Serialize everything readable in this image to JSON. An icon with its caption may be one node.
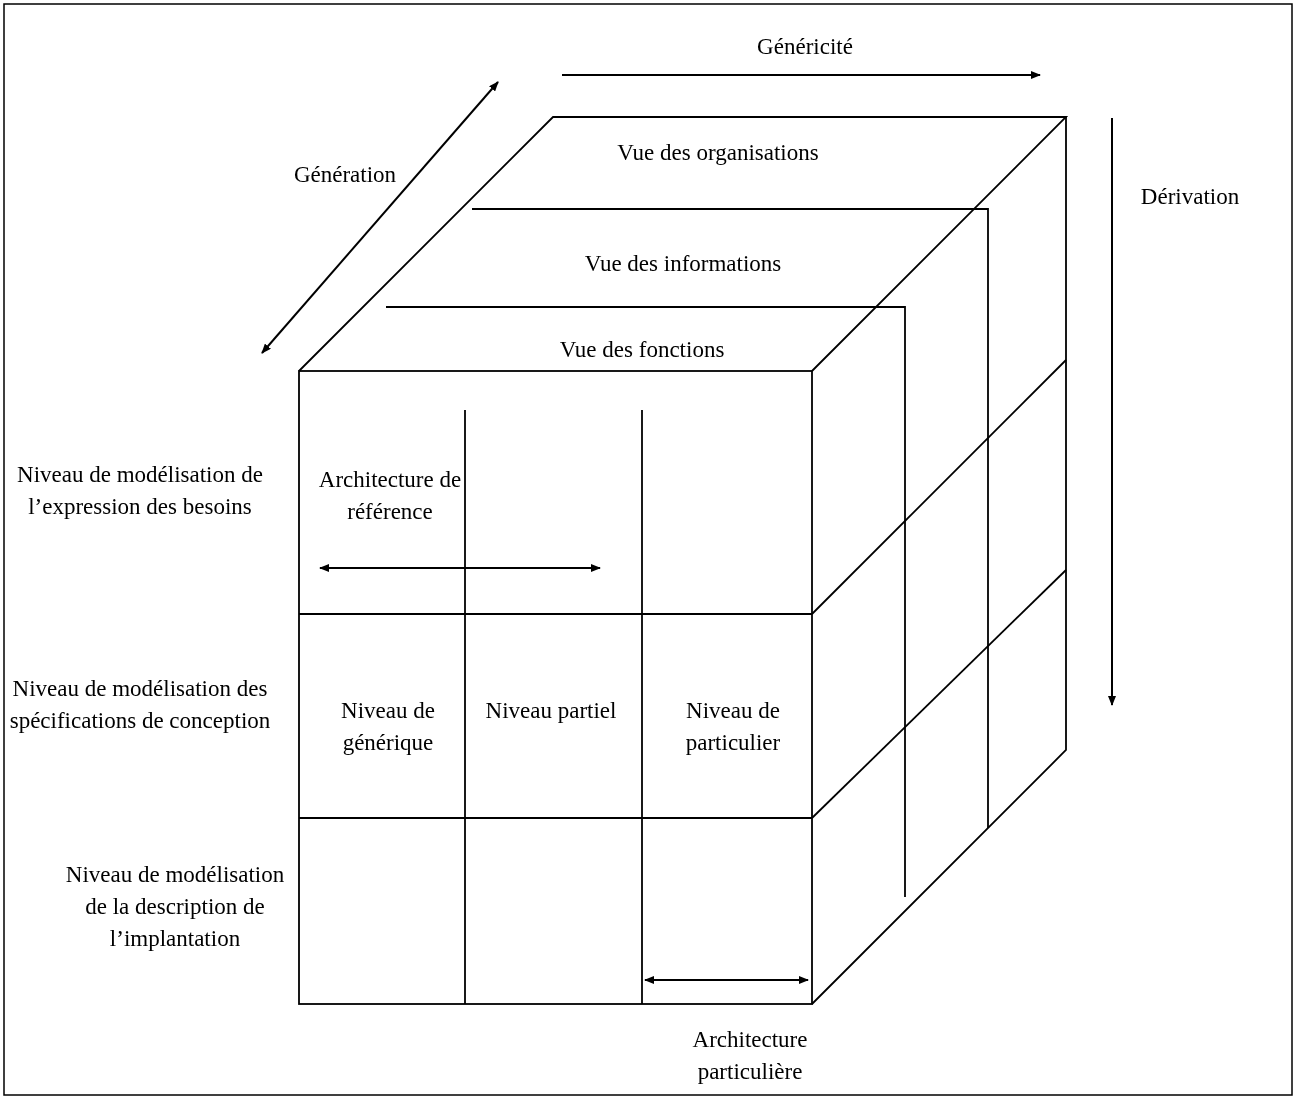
{
  "diagram": {
    "labels": [
      "Généricité",
      "Génération",
      "Vue des organisations",
      "Dérivation",
      "Vue des informations",
      "Vue des fonctions",
      "Niveau de modélisation de l’expression des besoins",
      "Architecture de référence",
      "Niveau de modélisation des spécifications de conception",
      "Niveau de générique",
      "Niveau partiel",
      "Niveau de particulier",
      "Niveau de modélisation de la description de l’implantation",
      "Architecture particulière"
    ]
  }
}
